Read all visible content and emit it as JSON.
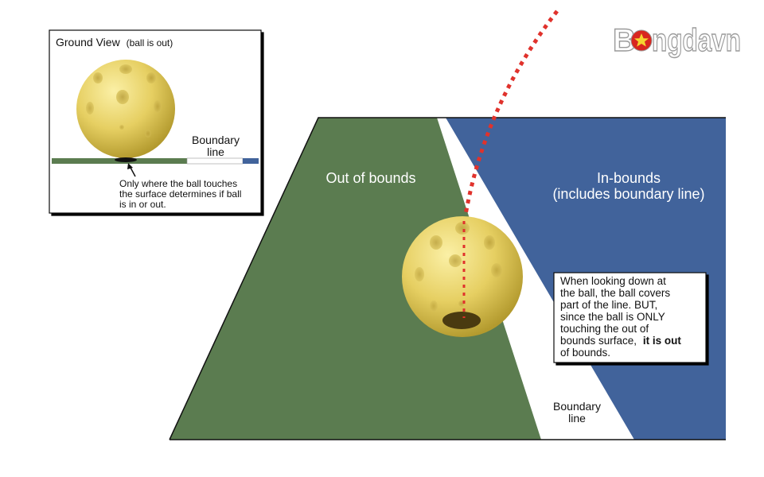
{
  "inset": {
    "title": "Ground View",
    "title_note": "(ball is out)",
    "boundary_label_line1": "Boundary",
    "boundary_label_line2": "line",
    "note_line1": "Only where the ball touches",
    "note_line2": "the surface determines if ball",
    "note_line3": "is in or out."
  },
  "court": {
    "out_label": "Out of bounds",
    "in_label_line1": "In-bounds",
    "in_label_line2": "(includes boundary line)",
    "boundary_label_line1": "Boundary",
    "boundary_label_line2": "line"
  },
  "callout": {
    "line1": "When looking down at",
    "line2": "the ball, the ball covers",
    "line3": "part of the line. BUT,",
    "line4": "since the ball is ONLY",
    "line5": "touching the out of",
    "line6_plain": "bounds surface,",
    "line6_bold": "it is out",
    "line7_bold": "of bounds."
  },
  "logo": {
    "text_a": "B",
    "text_b": "ngdavn"
  },
  "colors": {
    "out_green": "#5b7c50",
    "in_blue": "#41639b",
    "ball_yellow": "#e9d36a",
    "trajectory_red": "#e0322c"
  }
}
